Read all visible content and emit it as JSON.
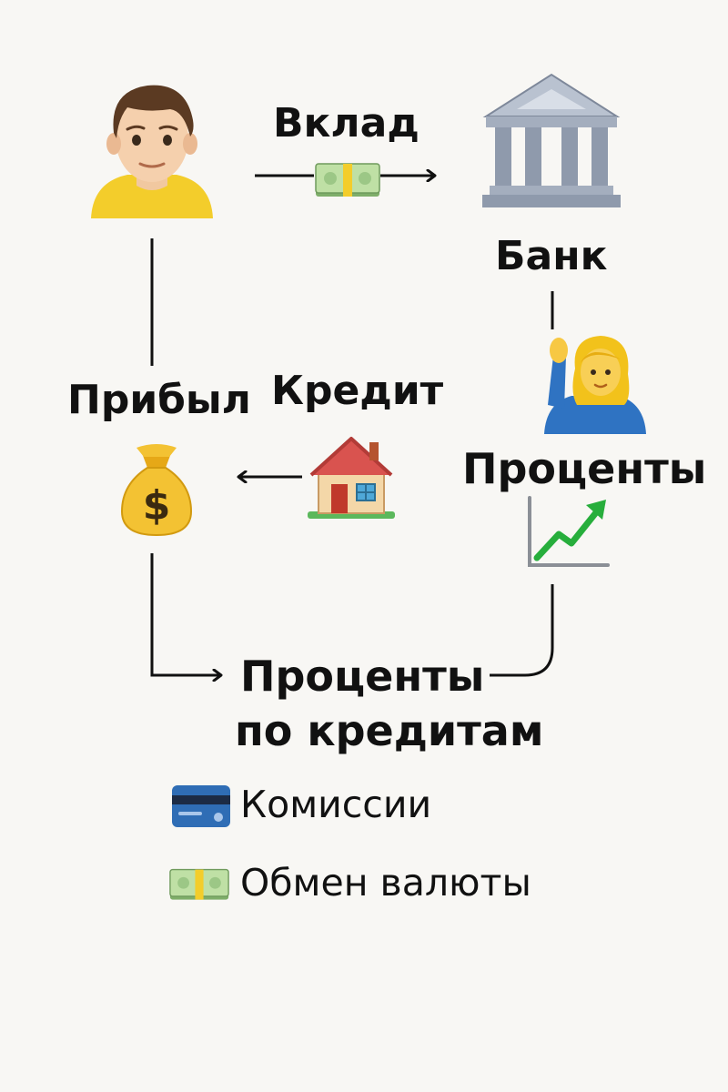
{
  "diagram": {
    "nodes": {
      "person_icon": "man-icon",
      "bank_icon": "bank-icon",
      "bank_label": "Банк",
      "deposit_label": "Вклад",
      "deposit_icon": "money-icon",
      "employee_icon": "woman-raising-hand-icon",
      "interest_label": "Проценты",
      "growth_icon": "chart-increasing-icon",
      "credit_label": "Кредит",
      "house_icon": "house-icon",
      "profit_label": "Прибыл",
      "moneybag_icon": "money-bag-icon",
      "loan_interest_line1": "Проценты",
      "loan_interest_line2": "по кредитам"
    },
    "legend": [
      {
        "icon": "credit-card-icon",
        "label": "Комиссии"
      },
      {
        "icon": "money-icon",
        "label": "Обмен валюты"
      }
    ]
  },
  "colors": {
    "background": "#f8f7f4",
    "line": "#111111",
    "money_green": "#a9d08e",
    "card_blue": "#2f6db5",
    "shirt_yellow": "#f3cd2b",
    "bank_gray": "#9aa4b4",
    "chart_green": "#27ae3c"
  }
}
